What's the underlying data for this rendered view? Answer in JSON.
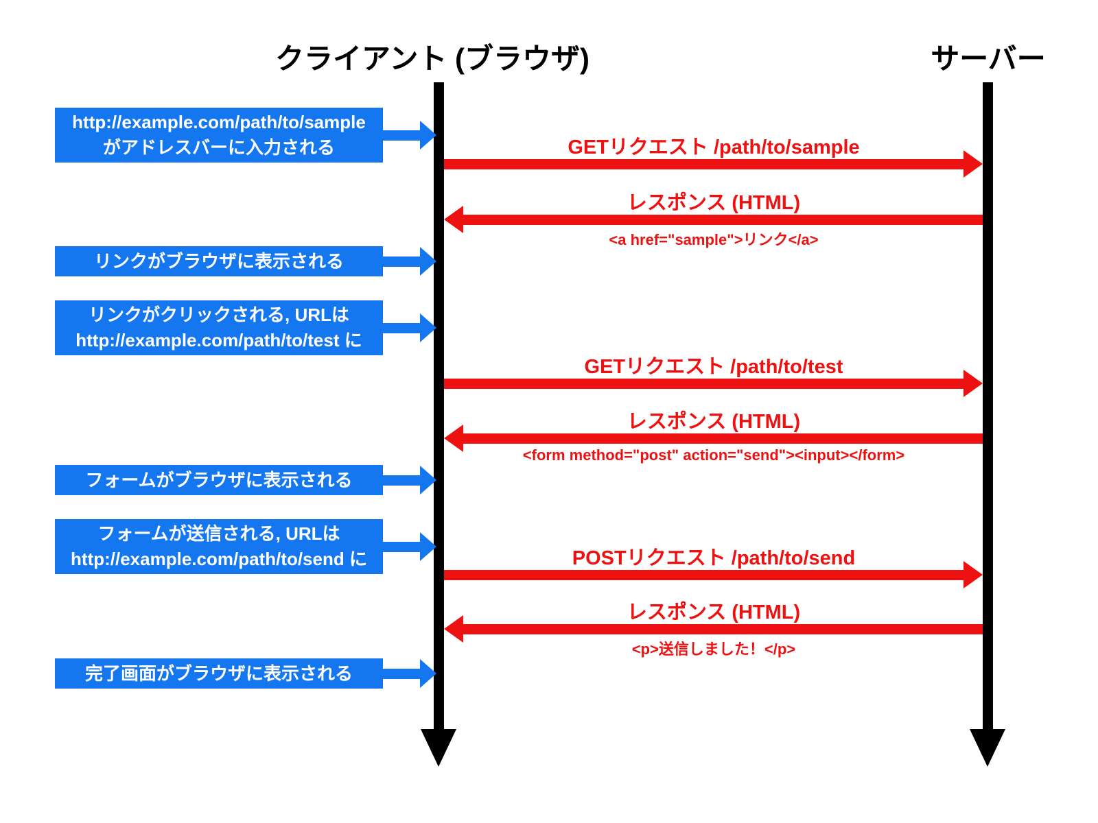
{
  "titles": {
    "client": "クライアント (ブラウザ)",
    "server": "サーバー"
  },
  "events": [
    {
      "line1": "http://example.com/path/to/sample",
      "line2": "がアドレスバーに入力される"
    },
    {
      "line1": "リンクがブラウザに表示される"
    },
    {
      "line1": "リンクがクリックされる, URLは",
      "line2": "http://example.com/path/to/test に"
    },
    {
      "line1": "フォームがブラウザに表示される"
    },
    {
      "line1": "フォームが送信される, URLは",
      "line2": "http://example.com/path/to/send に"
    },
    {
      "line1": "完了画面がブラウザに表示される"
    }
  ],
  "messages": [
    {
      "direction": "to-server",
      "label": "GETリクエスト /path/to/sample"
    },
    {
      "direction": "to-client",
      "label": "レスポンス (HTML)",
      "code": "<a href=\"sample\">リンク</a>"
    },
    {
      "direction": "to-server",
      "label": "GETリクエスト /path/to/test"
    },
    {
      "direction": "to-client",
      "label": "レスポンス (HTML)",
      "code": "<form method=\"post\" action=\"send\"><input></form>"
    },
    {
      "direction": "to-server",
      "label": "POSTリクエスト /path/to/send"
    },
    {
      "direction": "to-client",
      "label": "レスポンス (HTML)",
      "code": "<p>送信しました！</p>"
    }
  ],
  "colors": {
    "blue": "#1477F0",
    "red": "#EE1111",
    "lifeline": "#000000"
  }
}
